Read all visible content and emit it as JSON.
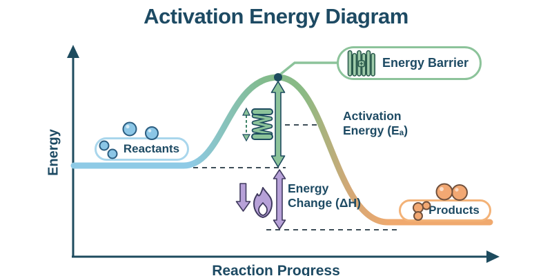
{
  "title": "Activation Energy Diagram",
  "axes": {
    "y_label": "Energy",
    "x_label": "Reaction Progress"
  },
  "diagram": {
    "reactants_label": "Reactants",
    "products_label": "Products",
    "energy_barrier_label": "Energy Barrier",
    "activation_energy": {
      "line1": "Activation",
      "line2": "Energy (Eₐ)"
    },
    "energy_change": {
      "line1": "Energy",
      "line2": "Change (ΔH)"
    },
    "icons": {
      "barrier_icon": "fence-icon",
      "activation_icon": "spring-compression-icon",
      "energy_release_icon": "flame-icon"
    },
    "colors": {
      "navy_text": "#1d4a63",
      "reactants_blue": "#8ecae6",
      "barrier_green": "#8cc39a",
      "products_orange": "#f0a96e",
      "energy_change_purple": "#b7a1d8"
    }
  }
}
